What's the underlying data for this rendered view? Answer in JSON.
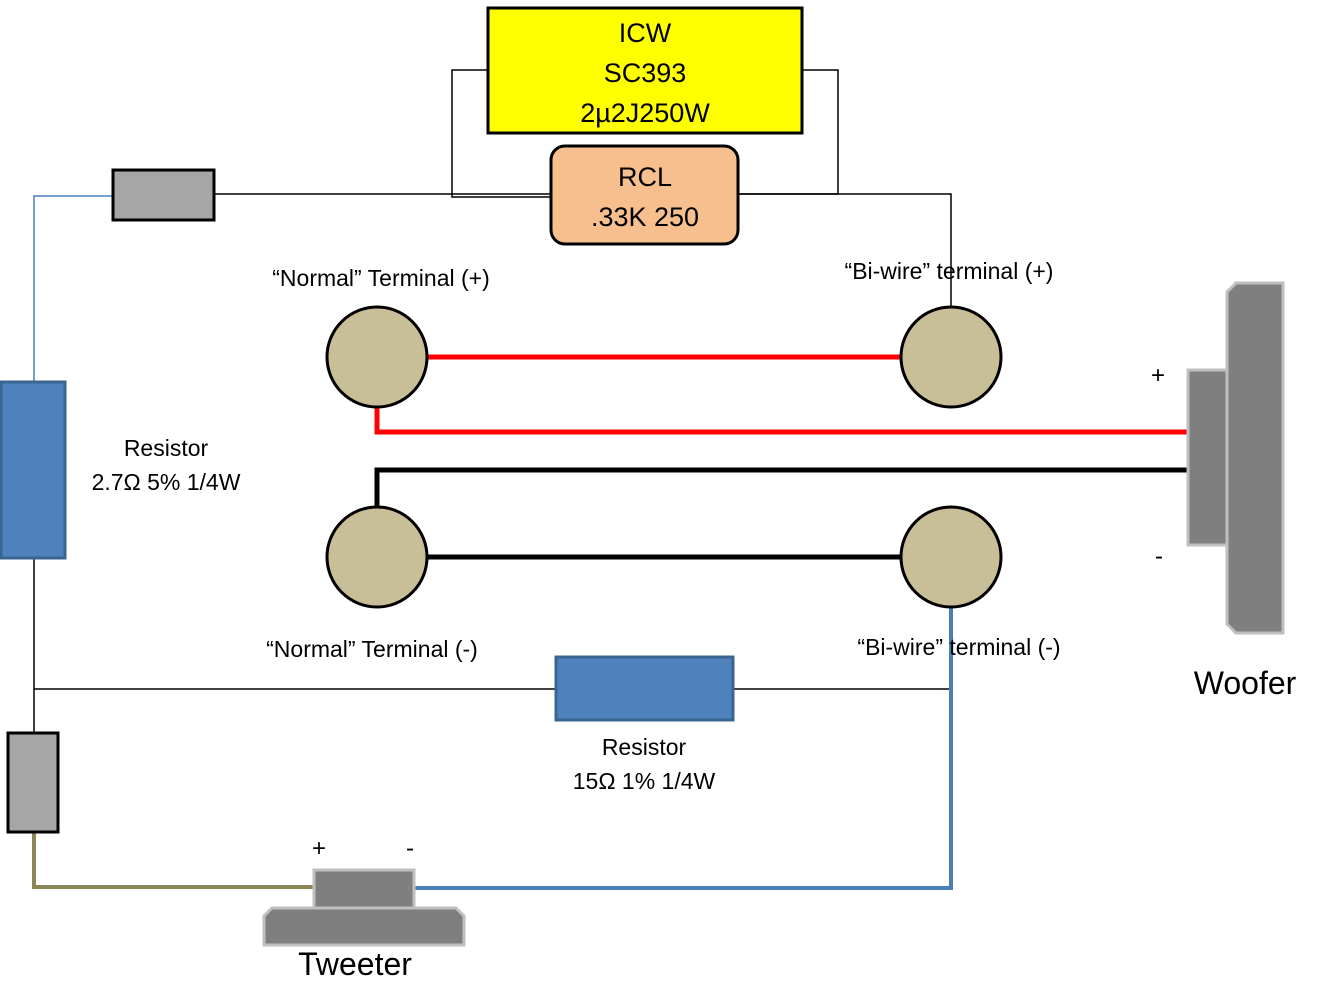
{
  "capacitor": {
    "line1": "ICW",
    "line2": "SC393",
    "line3": "2µ2J250W",
    "fill": "#ffff00"
  },
  "rcl": {
    "line1": "RCL",
    "line2": ".33K 250",
    "fill": "#f8bf8e"
  },
  "terminals": {
    "normal_pos": "“Normal” Terminal (+)",
    "biwire_pos": "“Bi-wire” terminal (+)",
    "normal_neg": "“Normal” Terminal (-)",
    "biwire_neg": "“Bi-wire” terminal (-)",
    "fill": "#c8bf98"
  },
  "resistor1": {
    "line1": "Resistor",
    "line2": "2.7Ω 5% 1/4W"
  },
  "resistor2": {
    "line1": "Resistor",
    "line2": "15Ω 1% 1/4W"
  },
  "woofer": {
    "label": "Woofer",
    "plus": "+",
    "minus": "-"
  },
  "tweeter": {
    "label": "Tweeter",
    "plus": "+",
    "minus": "-"
  },
  "colors": {
    "red_wire": "#ff0000",
    "black_wire": "#000000",
    "blue_wire": "#4a7ebb",
    "olive_wire": "#8b8656",
    "resistor_blue": "#4f81bd",
    "gray_part": "#a6a6a6",
    "speaker_gray": "#7f7f7f"
  }
}
